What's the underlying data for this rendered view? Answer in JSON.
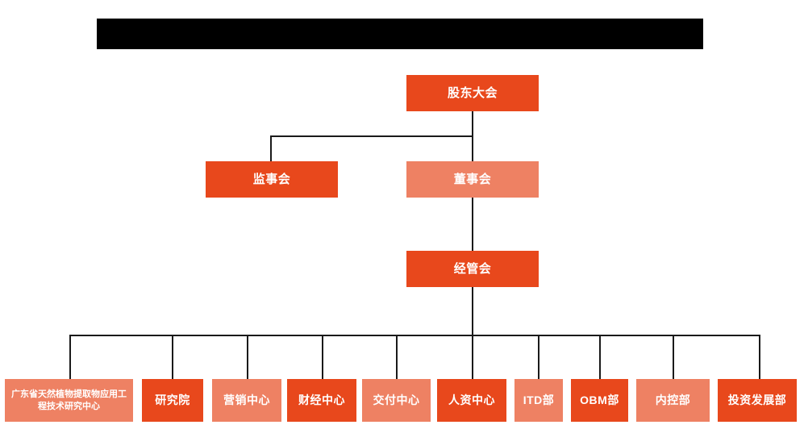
{
  "diagram": {
    "type": "organization-chart",
    "title_bar": {
      "label": "",
      "redacted": true,
      "color": "#000000"
    },
    "colors": {
      "primary_dark": "#E8481C",
      "primary_light": "#EE8163",
      "connector": "#1a1a1a",
      "text": "#ffffff",
      "background": "#ffffff"
    },
    "levels": [
      {
        "name": "level-1",
        "nodes": [
          {
            "id": "shareholders",
            "label": "股东大会",
            "shade": "dark"
          }
        ]
      },
      {
        "name": "level-2",
        "nodes": [
          {
            "id": "supervisors",
            "label": "监事会",
            "shade": "dark"
          },
          {
            "id": "board",
            "label": "董事会",
            "shade": "light"
          }
        ]
      },
      {
        "name": "level-3",
        "nodes": [
          {
            "id": "management",
            "label": "经管会",
            "shade": "dark"
          }
        ]
      },
      {
        "name": "level-4",
        "nodes": [
          {
            "id": "research-center",
            "label": "广东省天然植物提取物应用工程技术研究中心",
            "shade": "light"
          },
          {
            "id": "research-institute",
            "label": "研究院",
            "shade": "dark"
          },
          {
            "id": "marketing-center",
            "label": "营销中心",
            "shade": "light"
          },
          {
            "id": "finance-center",
            "label": "财经中心",
            "shade": "dark"
          },
          {
            "id": "delivery-center",
            "label": "交付中心",
            "shade": "light"
          },
          {
            "id": "hr-center",
            "label": "人资中心",
            "shade": "dark"
          },
          {
            "id": "itd-dept",
            "label": "ITD部",
            "shade": "light"
          },
          {
            "id": "obm-dept",
            "label": "OBM部",
            "shade": "dark"
          },
          {
            "id": "internal-control-dept",
            "label": "内控部",
            "shade": "light"
          },
          {
            "id": "investment-dev-dept",
            "label": "投资发展部",
            "shade": "dark"
          }
        ]
      }
    ]
  }
}
